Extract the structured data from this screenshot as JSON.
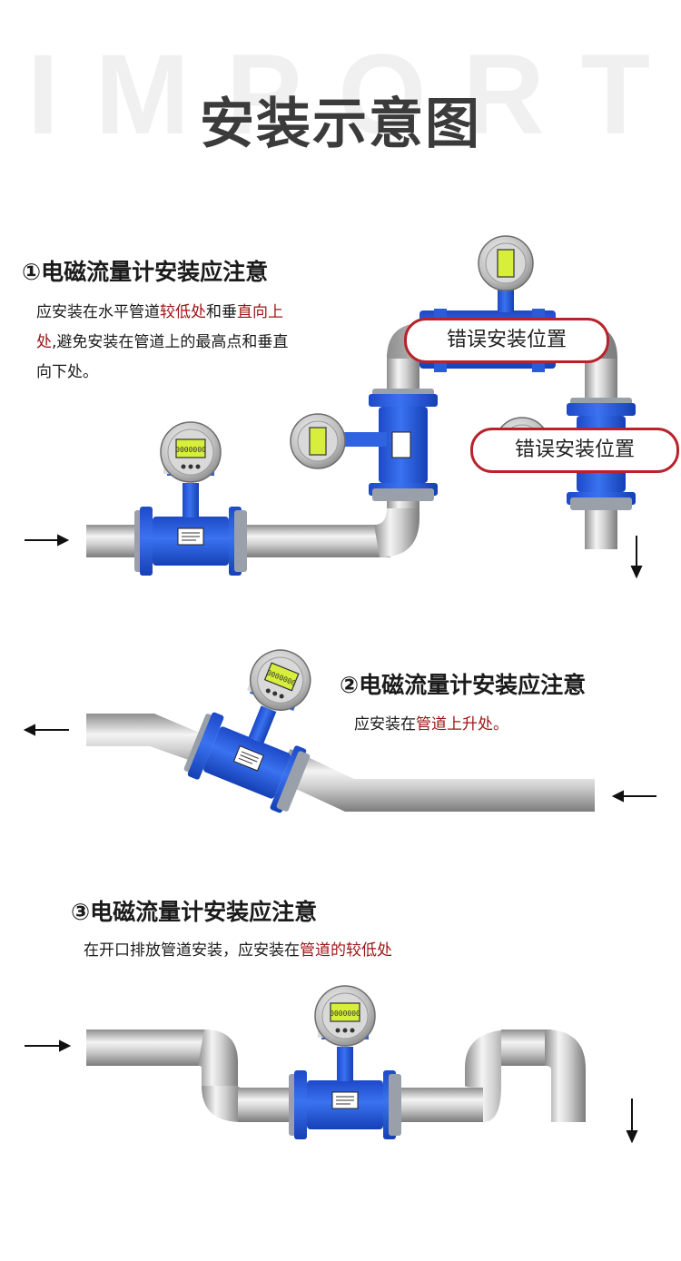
{
  "watermark": "IMPORT",
  "title": "安装示意图",
  "colors": {
    "emphasis": "#9c1414",
    "flowmeter_blue": "#2156d8",
    "pipe": "#c8c8c8",
    "label_border": "#b8232b"
  },
  "section1": {
    "title": "①电磁流量计安装应注意",
    "line1_a": "应安装在水平管道",
    "line1_b": "较低处",
    "line1_c": "和垂",
    "line1_d": "直向上",
    "line2_a": "处",
    "line2_b": ",避免安装在管道上的最高点和垂直",
    "line3": "向下处。",
    "wrong_label_1": "错误安装位置",
    "wrong_label_2": "错误安装位置"
  },
  "section2": {
    "title": "②电磁流量计安装应注意",
    "body_a": "应安装在",
    "body_b": "管道上升处。"
  },
  "section3": {
    "title": "③电磁流量计安装应注意",
    "body_a": "在开口排放管道安装，应安装在",
    "body_b": "管道的较低处"
  },
  "icons": [
    "flow-arrow-right-icon",
    "flow-arrow-left-icon",
    "flow-arrow-down-icon",
    "flowmeter-icon"
  ]
}
